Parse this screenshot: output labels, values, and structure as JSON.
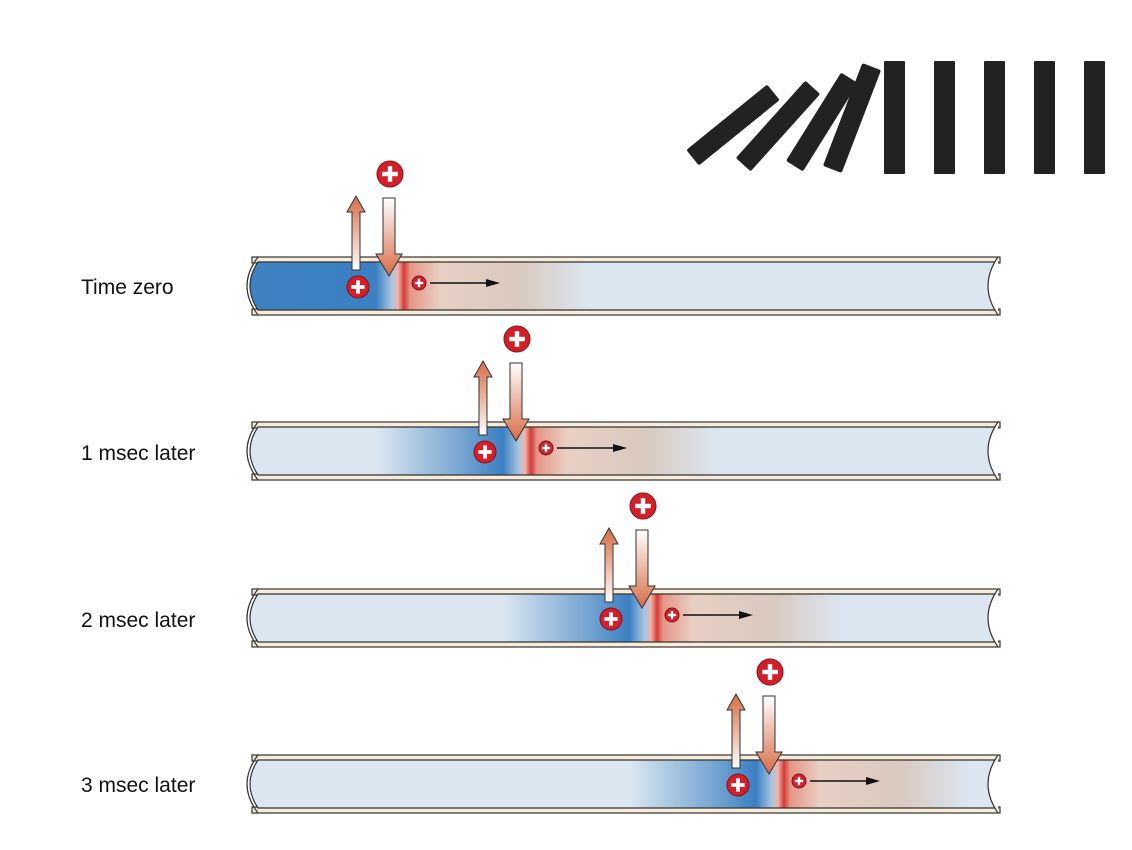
{
  "rows": [
    {
      "label": "Time zero"
    },
    {
      "label": "1 msec later"
    },
    {
      "label": "2 msec later"
    },
    {
      "label": "3 msec later"
    }
  ],
  "colors": {
    "axon_fill": "#dbe6f1",
    "depolarized": "#3a80c3",
    "spike_front": "#d63a38",
    "tail": "#d9c9bf",
    "outline": "#333333",
    "tube_wall": "#f7ebd9",
    "ion": "#d2202a",
    "arrow_out": "#d86b45",
    "domino": "#222222"
  },
  "icons": {
    "ion": "plus-ion-icon",
    "efflux": "up-arrow-icon",
    "influx": "down-arrow-icon",
    "propagation": "right-arrow-icon",
    "analogy": "falling-dominoes-icon"
  }
}
